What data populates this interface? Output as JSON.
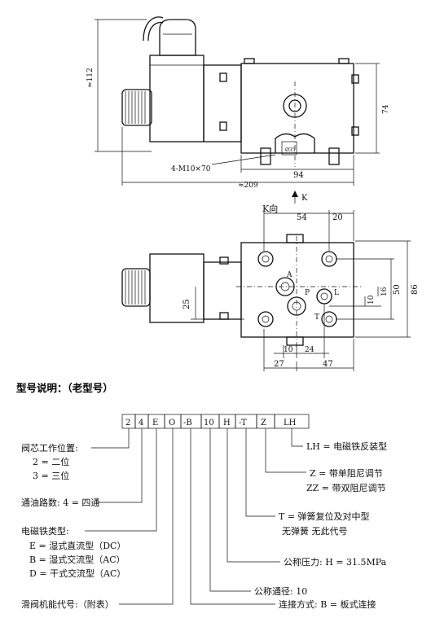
{
  "drawing": {
    "top": {
      "dim_height": "≈112",
      "dim_right": "74",
      "dim_bolt": "4-M10×70",
      "dim_width": "94",
      "dim_total": "≈209",
      "dim_small": "Ø35"
    },
    "bottom": {
      "k_arrow": "K",
      "k_view": "K向",
      "dim_54": "54",
      "dim_20": "20",
      "dim_86": "86",
      "dim_50": "50",
      "dim_16": "16",
      "dim_10r": "10",
      "dim_25": "25",
      "dim_10b": "10",
      "dim_24": "24",
      "dim_27": "27",
      "dim_47": "47",
      "port_a": "A",
      "port_p": "P",
      "port_l": "L",
      "port_t": "T"
    }
  },
  "model": {
    "heading": "型号说明：（老型号）",
    "codes": [
      "2",
      "4",
      "E",
      "O",
      "-B",
      "10",
      "H",
      "-T",
      "Z",
      "LH"
    ],
    "desc": {
      "position_title": "阀芯工作位置:",
      "position_2": "2 = 二位",
      "position_3": "3 = 三位",
      "ports": "通油路数: 4 = 四通",
      "magnet_title": "电磁铁类型:",
      "magnet_e": "E = 湿式直流型（DC）",
      "magnet_b": "B = 湿式交流型（AC）",
      "magnet_d": "D = 干式交流型（AC）",
      "function": "滑阀机能代号:（附表）",
      "lh": "LH = 电磁铁反装型",
      "z": "Z = 带单阻尼调节",
      "zz": "ZZ = 带双阻尼调节",
      "t": "T = 弹簧复位及对中型",
      "t_none": "无弹簧  无此代号",
      "pressure": "公称压力:  H = 31.5MPa",
      "size": "公称通径:  10",
      "connection": "连接方式:  B = 板式连接"
    }
  }
}
